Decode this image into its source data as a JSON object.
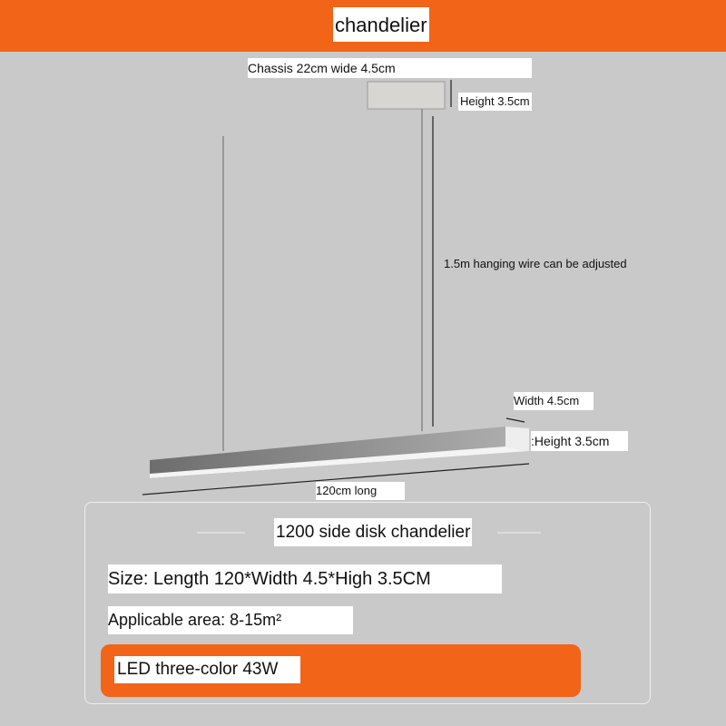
{
  "header": {
    "title": "chandelier"
  },
  "labels": {
    "chassis": "Chassis 22cm wide 4.5cm",
    "canopy_height": "Height 3.5cm",
    "wire": "1.5m hanging wire can be adjusted",
    "width": "Width 4.5cm",
    "bar_height": ":Height 3.5cm",
    "length": "120cm long"
  },
  "specs": {
    "title": "1200 side disk chandelier",
    "size": "Size: Length 120*Width 4.5*High 3.5CM",
    "area": "Applicable area: 8-15m²",
    "power": "LED three-color 43W"
  },
  "colors": {
    "accent": "#f26418",
    "background": "#c9c9c9"
  }
}
